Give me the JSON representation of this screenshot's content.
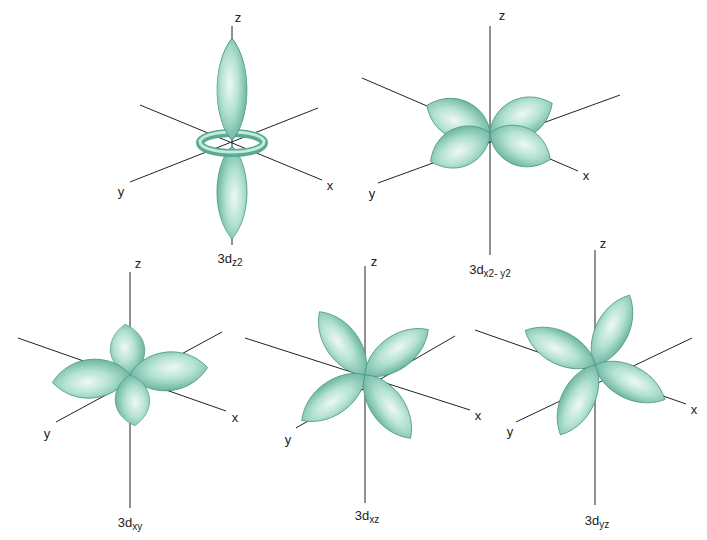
{
  "diagram": {
    "labels": [
      "z",
      "y",
      "x",
      "3dz2",
      "z",
      "y",
      "x",
      "3dx2- y2",
      "z",
      "y",
      "x",
      "3dxy",
      "z",
      "y",
      "x",
      "3dxz",
      "z",
      "y",
      "x",
      "3dyz"
    ]
  }
}
